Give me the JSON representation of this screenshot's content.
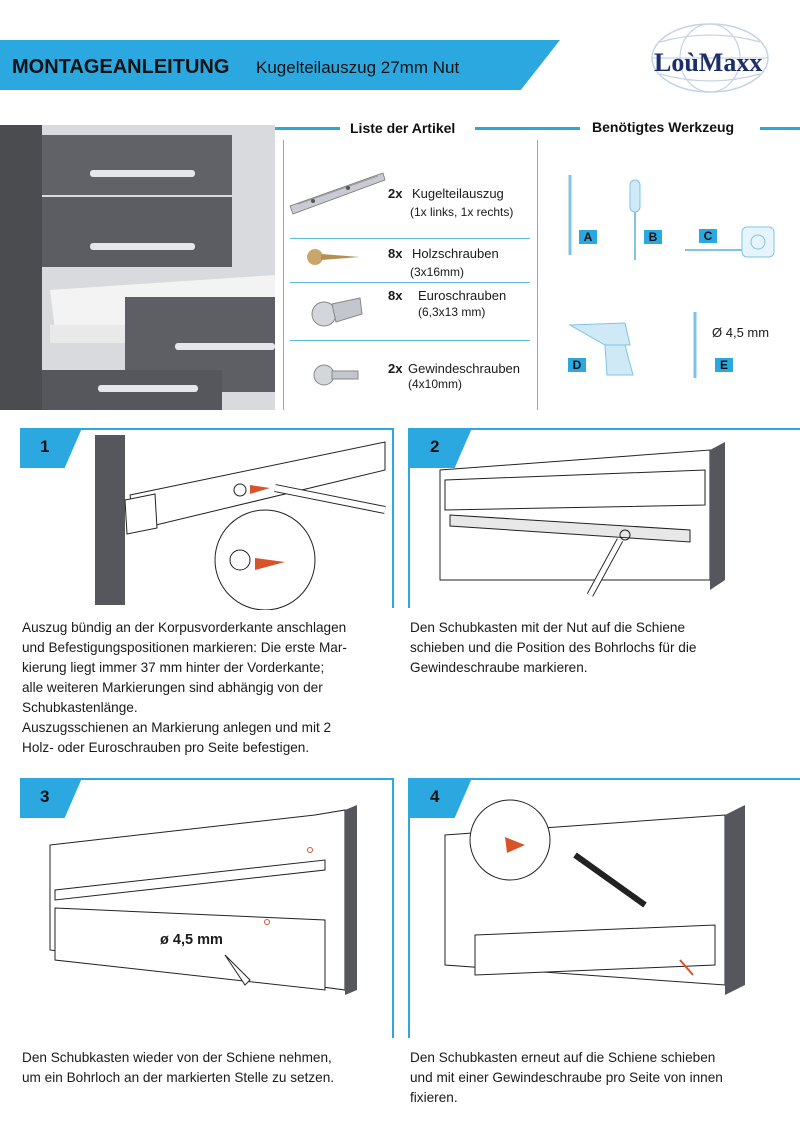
{
  "header": {
    "title": "MONTAGEANLEITUNG",
    "subtitle": "Kugelteilauszug 27mm  Nut",
    "logo": "LoùMaxx"
  },
  "articles": {
    "heading": "Liste der Artikel",
    "items": [
      {
        "qty": "2x",
        "name": "Kugelteilauszug",
        "spec": "(1x  links,  1x  rechts)"
      },
      {
        "qty": "8x",
        "name": "Holzschrauben",
        "spec": "(3x16mm)"
      },
      {
        "qty": "8x",
        "name": "Euroschrauben",
        "spec": "(6,3x13  mm)"
      },
      {
        "qty": "2x",
        "name": "Gewindeschrauben",
        "spec": "(4x10mm)"
      }
    ]
  },
  "tools": {
    "heading": "Benötigtes Werkzeug",
    "labels": [
      "A",
      "B",
      "C",
      "D",
      "E"
    ],
    "drill_size": "Ø  4,5  mm"
  },
  "steps": [
    {
      "number": "1",
      "text_lines": [
        "Auszug bündig an der Korpusvorderkante anschlagen",
        "und Befestigungspositionen markieren: Die erste Mar-",
        "kierung liegt immer 37 mm hinter der Vorderkante;",
        "alle weiteren Markierungen sind abhängig von der",
        "Schubkastenlänge.",
        "Auszugsschienen an Markierung anlegen und mit 2",
        "Holz- oder Euroschrauben pro Seite befestigen."
      ]
    },
    {
      "number": "2",
      "text_lines": [
        "Den Schubkasten mit der Nut auf die Schiene",
        "schieben und die Position des Bohrlochs für die",
        "Gewindeschraube markieren."
      ]
    },
    {
      "number": "3",
      "annotation": "ø 4,5 mm",
      "text_lines": [
        "Den Schubkasten wieder von der Schiene nehmen,",
        "um ein Bohrloch an der markierten Stelle zu setzen."
      ]
    },
    {
      "number": "4",
      "text_lines": [
        "Den Schubkasten erneut auf die Schiene schieben",
        "und mit einer Gewindeschraube pro Seite von innen",
        "fixieren."
      ]
    }
  ],
  "colors": {
    "accent": "#2ba8e0",
    "logo": "#1c2f6b",
    "cabinet": "#55575c",
    "screw_marker": "#d9532a"
  }
}
